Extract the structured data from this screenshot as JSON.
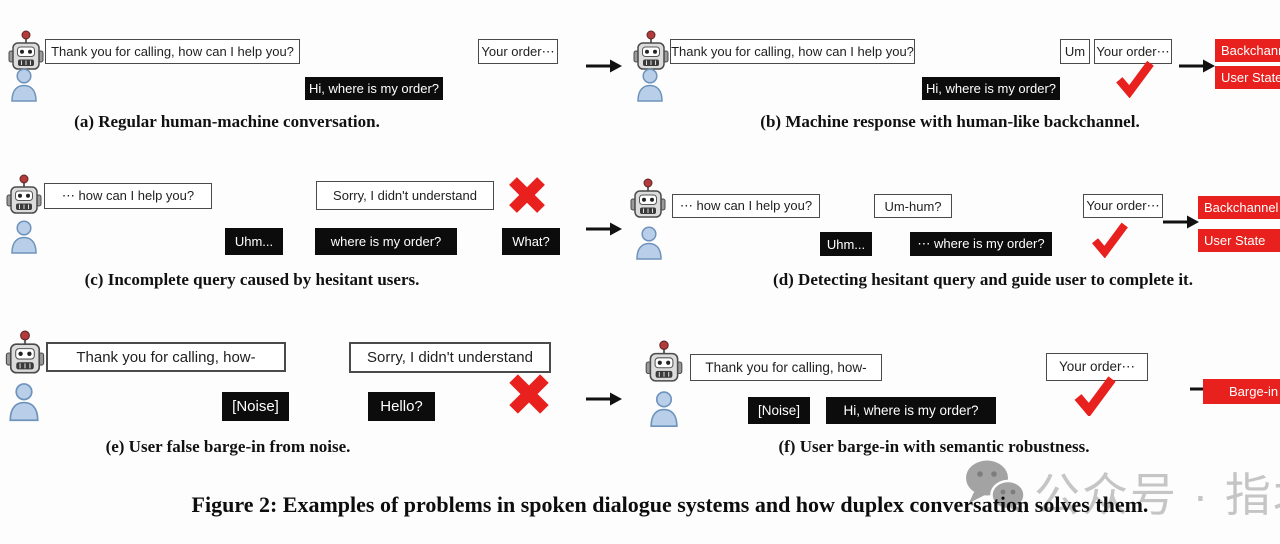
{
  "figure": {
    "caption": "Figure 2: Examples of problems in spoken dialogue systems and how duplex conversation solves them."
  },
  "colors": {
    "accent_red": "#E8201E",
    "bubble_black": "#0C0C0C",
    "bubble_border": "#4A4A4A",
    "robot_gray": "#DCDCDC",
    "human_blue": "#B9CFE9",
    "watermark_gray": "#C5C5C5"
  },
  "icons": {
    "machine": "robot-icon",
    "human": "user-icon",
    "success": "check-icon",
    "failure": "cross-icon",
    "flow": "arrow-right-icon",
    "brand": "wechat-icon"
  },
  "panels": [
    {
      "id": "a",
      "caption": "(a) Regular human-machine conversation.",
      "machine": [
        "Thank you for calling, how can I help you?",
        "Your order⋯"
      ],
      "user": [
        "Hi, where is my order?"
      ]
    },
    {
      "id": "b",
      "caption": "(b) Machine response with human-like backchannel.",
      "machine": [
        "Thank you for calling, how can I help you?",
        "Um",
        "Your order⋯"
      ],
      "user": [
        "Hi, where is my order?"
      ],
      "verdict": "check",
      "labels": [
        "Backchannel",
        "User State"
      ]
    },
    {
      "id": "c",
      "caption": "(c) Incomplete query caused by hesitant users.",
      "machine": [
        "⋯ how can I help you?",
        "Sorry, I didn't understand"
      ],
      "user": [
        "Uhm...",
        "where is my order?",
        "What?"
      ],
      "verdict": "cross"
    },
    {
      "id": "d",
      "caption": "(d) Detecting hesitant query and guide user to complete it.",
      "machine": [
        "⋯ how can I help you?",
        "Um-hum?",
        "Your order⋯"
      ],
      "user": [
        "Uhm...",
        "⋯ where is my order?"
      ],
      "verdict": "check",
      "labels": [
        "Backchannel",
        "User State"
      ]
    },
    {
      "id": "e",
      "caption": "(e) User false barge-in from noise.",
      "machine": [
        "Thank you for calling, how-",
        "Sorry, I didn't understand"
      ],
      "user": [
        "[Noise]",
        "Hello?"
      ],
      "verdict": "cross"
    },
    {
      "id": "f",
      "caption": "(f) User barge-in with semantic robustness.",
      "machine": [
        "Thank you for calling, how-",
        "Your order⋯"
      ],
      "user": [
        "[Noise]",
        "Hi, where is my order?"
      ],
      "verdict": "check",
      "labels": [
        "Barge-in"
      ]
    }
  ],
  "watermark": {
    "icon": "wechat-icon",
    "text": "公众号 · 指北"
  }
}
